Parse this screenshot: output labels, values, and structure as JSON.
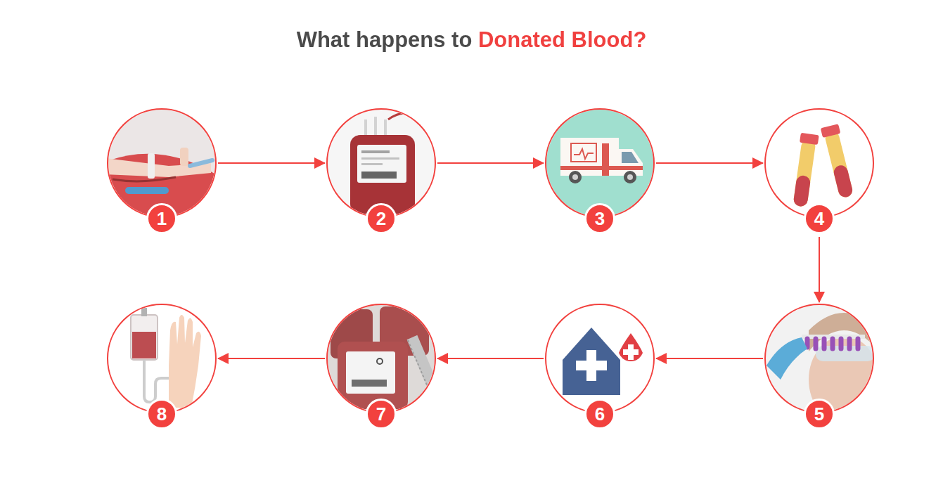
{
  "diagram": {
    "title": "What happens to Donated Blood?",
    "nodes": [
      {
        "text": [
          "1"
        ]
      },
      {
        "text": [
          "2"
        ]
      },
      {
        "text": [
          "3"
        ]
      },
      {
        "text": [
          "4"
        ]
      },
      {
        "text": [
          "5"
        ]
      },
      {
        "text": [
          "6"
        ]
      },
      {
        "text": [
          "7"
        ]
      },
      {
        "text": [
          "8"
        ]
      }
    ],
    "edges": [
      {
        "from": 0,
        "to": 1,
        "arrow": "to"
      },
      {
        "from": 1,
        "to": 2,
        "arrow": "to"
      },
      {
        "from": 2,
        "to": 3,
        "arrow": "to"
      },
      {
        "from": 3,
        "to": 4,
        "arrow": "to"
      },
      {
        "from": 4,
        "to": 5,
        "arrow": "to"
      },
      {
        "from": 5,
        "to": 6,
        "arrow": "to"
      },
      {
        "from": 6,
        "to": 7,
        "arrow": "to"
      }
    ]
  }
}
